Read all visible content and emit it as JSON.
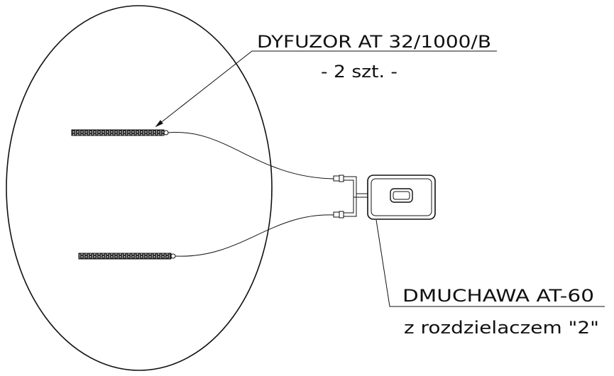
{
  "diffuser_label": {
    "line1": "DYFUZOR AT 32/1000/B",
    "line2": "- 2 szt. -"
  },
  "blower_label": {
    "line1": "DMUCHAWA AT-60",
    "line2": "z rozdzielaczem \"2\""
  },
  "colors": {
    "stroke": "#111111",
    "diffuser_fill": "#3a3a3a",
    "background": "#ffffff"
  }
}
